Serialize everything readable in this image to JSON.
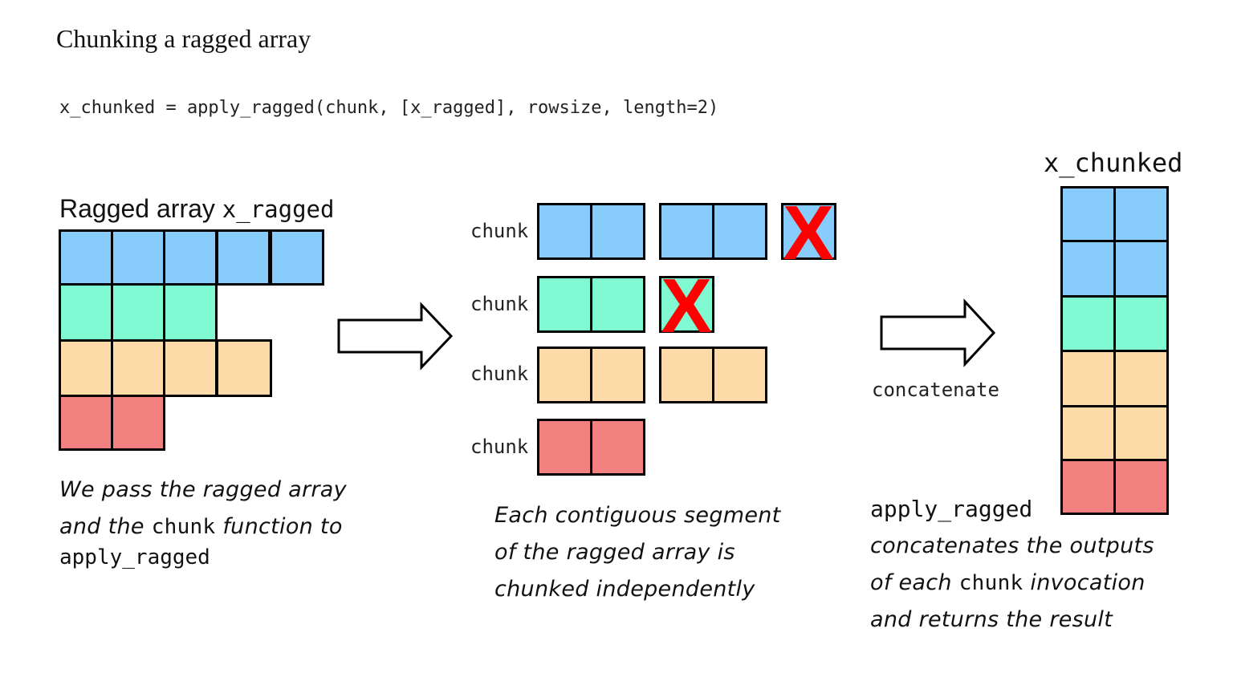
{
  "title": "Chunking a ragged array",
  "code": "x_chunked = apply_ragged(chunk, [x_ragged], rowsize, length=2)",
  "output": {
    "name": "x_chunked"
  },
  "ragged": {
    "heading_text": "Ragged array",
    "heading_code": "x_ragged"
  },
  "chunk_label": "chunk",
  "concatenate_label": "concatenate",
  "colors": {
    "blue": "#88ccfb",
    "green": "#7ffad2",
    "orange": "#fcdba9",
    "red": "#f28180",
    "x_mark": "#ff0000"
  },
  "x_mark": "X",
  "captions": {
    "left": {
      "line1": "We pass the ragged array",
      "line2_pre": "and the",
      "line2_code": "chunk",
      "line2_post": "function to",
      "line3_code": "apply_ragged"
    },
    "middle": {
      "line1": "Each contiguous segment",
      "line2": "of the ragged array is",
      "line3": "chunked independently"
    },
    "right": {
      "line1_code": "apply_ragged",
      "line2": "concatenates the outputs",
      "line3_pre": "of each",
      "line3_code": "chunk",
      "line3_post": "invocation",
      "line4": "and returns the result"
    }
  }
}
